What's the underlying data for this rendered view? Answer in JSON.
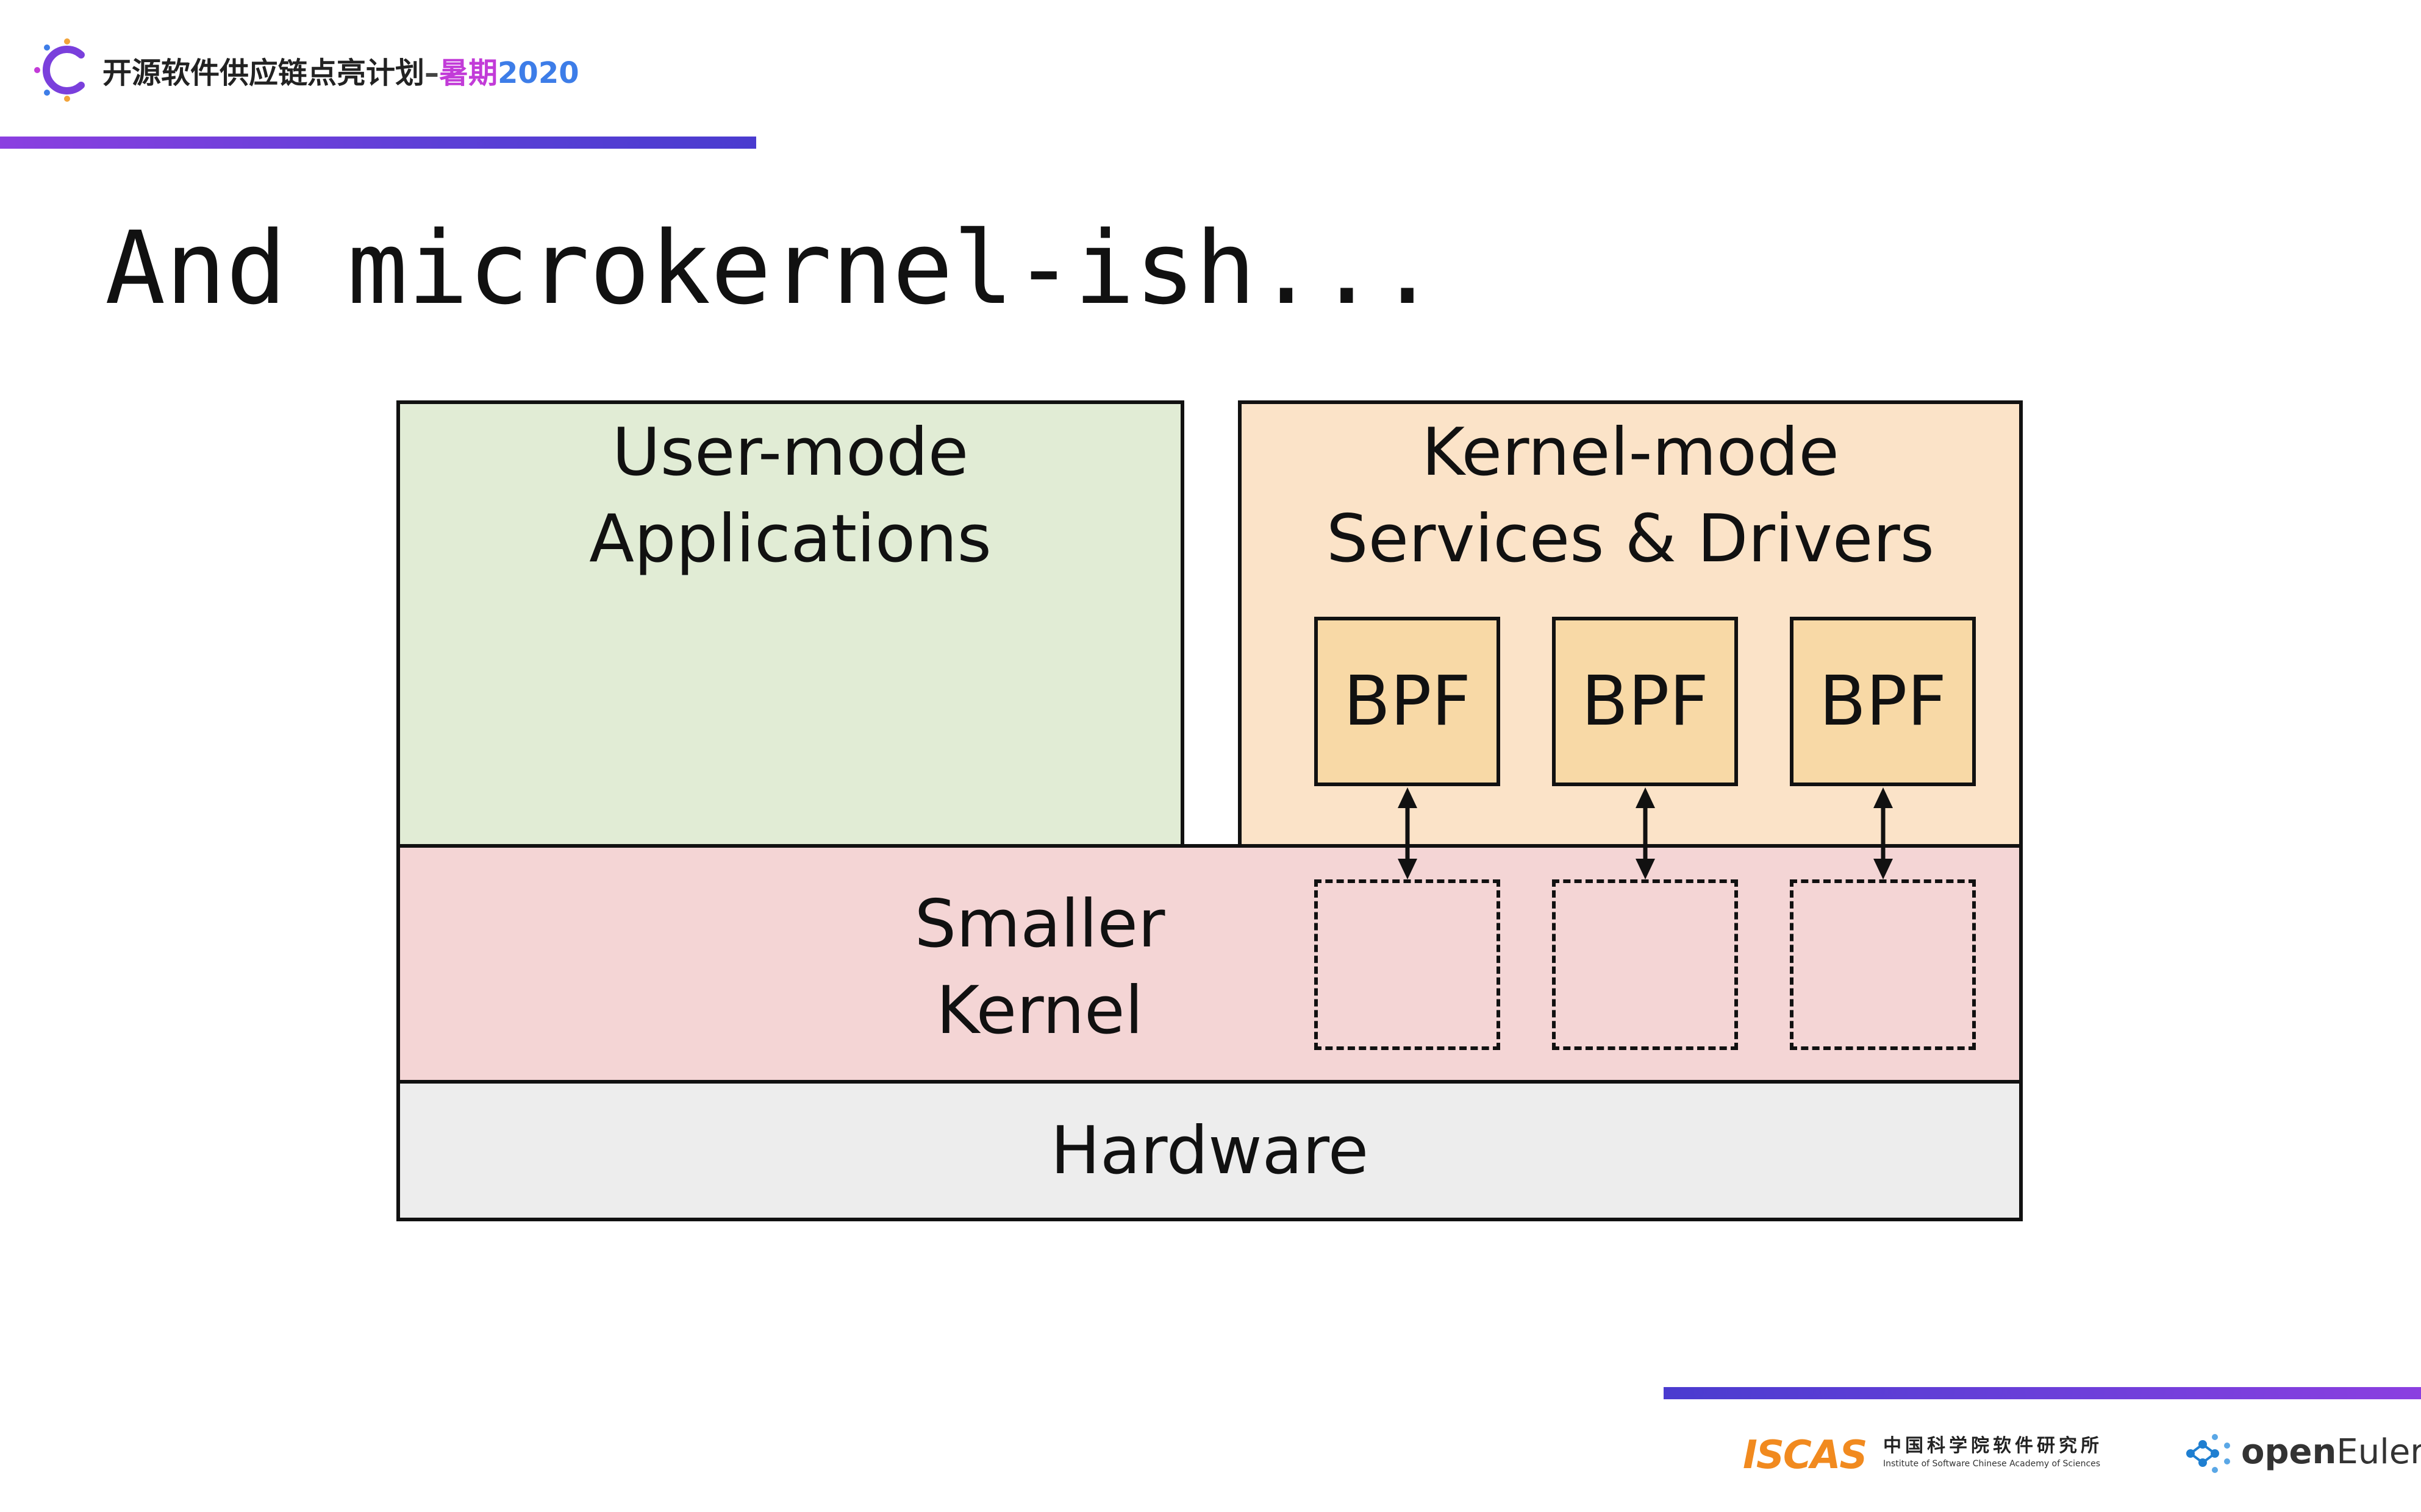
{
  "header": {
    "brand_text": "开源软件供应链点亮计划",
    "dash": "–",
    "season": "暑期",
    "year": "2020",
    "logo_icon": "summer-of-code-c-logo-icon"
  },
  "slide": {
    "title": "And microkernel-ish..."
  },
  "diagram": {
    "user_mode": {
      "line1": "User-mode",
      "line2": "Applications"
    },
    "kernel_mode": {
      "line1": "Kernel-mode",
      "line2": "Services & Drivers"
    },
    "bpf_blocks": [
      "BPF",
      "BPF",
      "BPF"
    ],
    "kernel": {
      "line1": "Smaller",
      "line2": "Kernel"
    },
    "hardware": "Hardware",
    "colors": {
      "user_mode_bg": "#e1ecd5",
      "kernel_mode_bg": "#fbe3c8",
      "bpf_bg": "#f8d9a6",
      "kernel_bg": "#f4d5d5",
      "hardware_bg": "#ededed"
    }
  },
  "footer": {
    "iscas_logo": "ISCAS",
    "iscas_cn": "中国科学院软件研究所",
    "iscas_en": "Institute of Software Chinese Academy of Sciences",
    "openeuler_prefix": "open",
    "openeuler_suffix": "Euler",
    "openeuler_icon": "openeuler-logo-icon"
  }
}
